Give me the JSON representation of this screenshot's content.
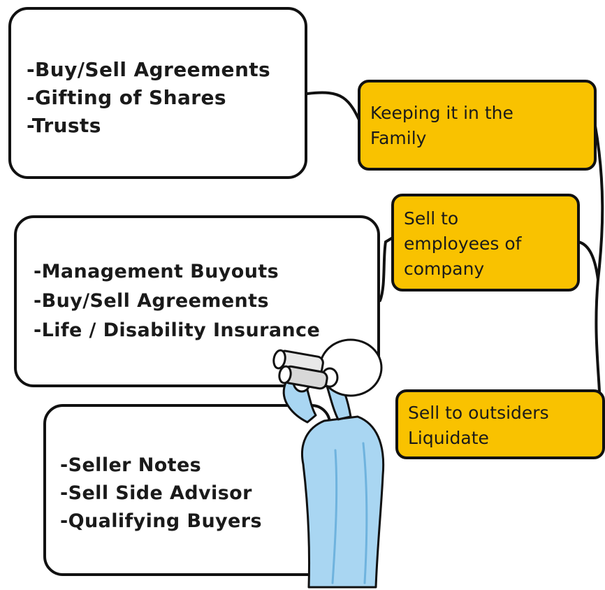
{
  "boxes": {
    "family_methods": [
      "-Buy/Sell Agreements",
      "-Gifting of Shares",
      "-Trusts"
    ],
    "employee_methods": [
      "-Management Buyouts",
      "-Buy/Sell Agreements",
      "-Life / Disability Insurance"
    ],
    "outsider_methods": [
      "-Seller Notes",
      "-Sell Side Advisor",
      "-Qualifying Buyers"
    ]
  },
  "nodes": {
    "family": "Keeping it in the\nFamily",
    "employees": "Sell to\nemployees of\ncompany",
    "outsiders": "Sell to outsiders\nLiquidate"
  },
  "colors": {
    "node_fill": "#f9c200",
    "outline": "#111111",
    "figure_shirt": "#a9d6f2"
  },
  "icons": {
    "figure": "person-with-binoculars-icon"
  }
}
